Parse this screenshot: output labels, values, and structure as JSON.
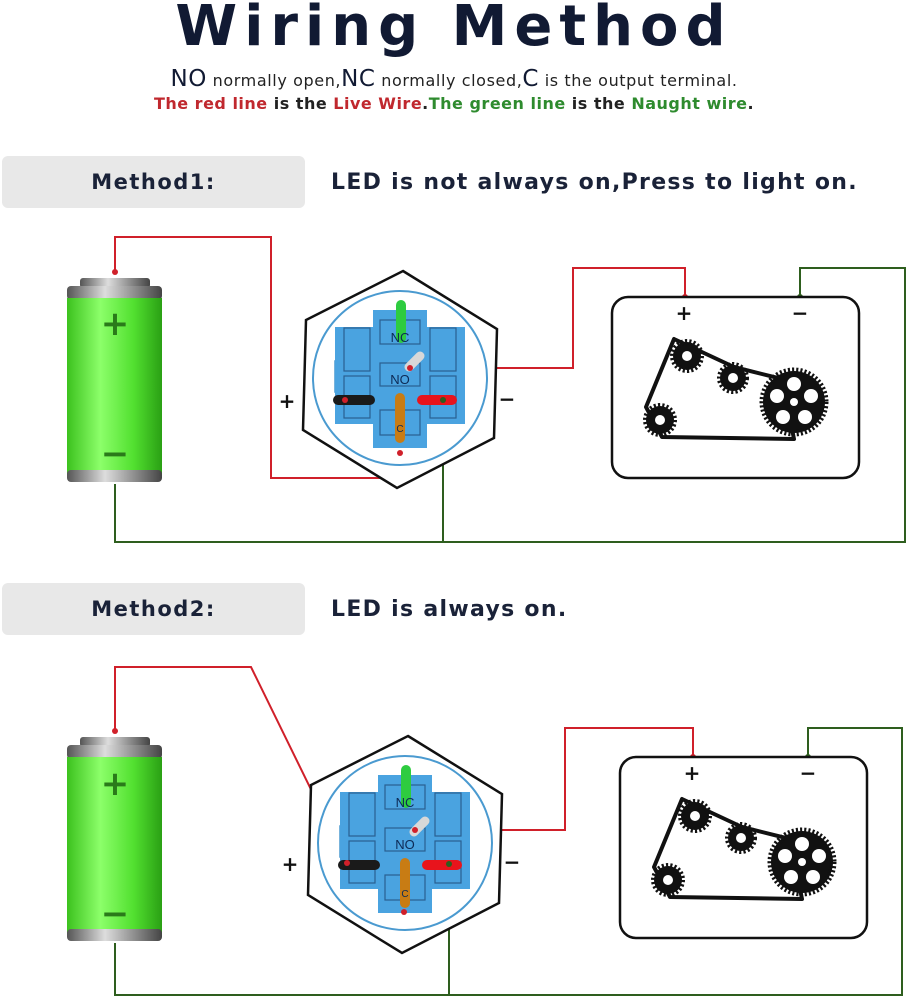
{
  "title": "Wiring Method",
  "legend": {
    "no": "NO",
    "no_text": " normally open,",
    "nc": "NC",
    "nc_text": " normally closed,",
    "c": "C",
    "c_text": " is the output terminal.",
    "red_line": "The red line",
    "is_the_1": " is the ",
    "live_wire": "Live Wire",
    "dot1": ".",
    "green_line": "The green line",
    "is_the_2": " is the ",
    "naught_wire": "Naught wire",
    "dot2": "."
  },
  "methods": [
    {
      "label": "Method1:",
      "description": "LED is not always on,Press to light on."
    },
    {
      "label": "Method2:",
      "description": "LED is always on."
    }
  ],
  "switch_labels": {
    "nc": "NC",
    "no": "NO",
    "c": "C",
    "plus": "+",
    "minus": "−"
  },
  "battery_labels": {
    "plus": "+",
    "minus": "−"
  },
  "motor_labels": {
    "plus": "+",
    "minus": "−"
  },
  "colors": {
    "live": "#d0202a",
    "naught": "#2e5e1e",
    "switch_body": "#4aa3e0",
    "battery": "#5ee83a"
  }
}
